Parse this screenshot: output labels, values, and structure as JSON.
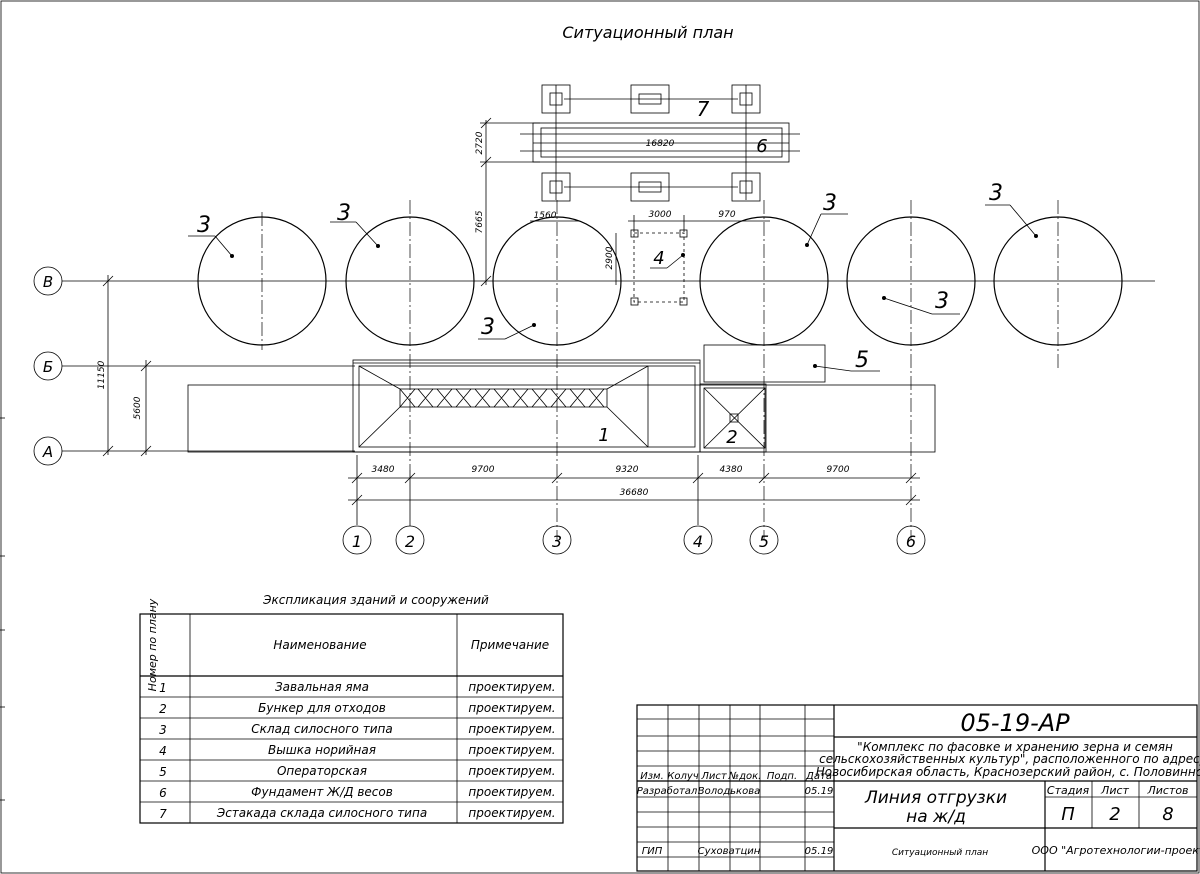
{
  "sheet_title": "Ситуационный план",
  "axes_rows": [
    {
      "label": "В"
    },
    {
      "label": "Б"
    },
    {
      "label": "А"
    }
  ],
  "axes_cols": [
    {
      "label": "1"
    },
    {
      "label": "2"
    },
    {
      "label": "3"
    },
    {
      "label": "4"
    },
    {
      "label": "5"
    },
    {
      "label": "6"
    }
  ],
  "dimensions": {
    "d1": "3480",
    "d2": "9700",
    "d3": "9320",
    "d4": "4380",
    "d5": "9700",
    "total": "36680",
    "rail_len": "16820",
    "rail_w": "2720",
    "rail_offset": "7665",
    "row_ab": "5600",
    "row_av": "11150",
    "tower_w": "3000",
    "tower_h": "2900",
    "tower_off": "970",
    "silo_off": "1560"
  },
  "plan_marks": {
    "m1": "1",
    "m2": "2",
    "m3": "3",
    "m4": "4",
    "m5": "5",
    "m6": "6",
    "m7": "7"
  },
  "explication": {
    "title": "Экспликация зданий и сооружений",
    "head_num": "Номер по плану",
    "head_name": "Наименование",
    "head_note": "Примечание",
    "rows": [
      {
        "num": "1",
        "name": "Завальная яма",
        "note": "проектируем."
      },
      {
        "num": "2",
        "name": "Бункер для отходов",
        "note": "проектируем."
      },
      {
        "num": "3",
        "name": "Склад силосного типа",
        "note": "проектируем."
      },
      {
        "num": "4",
        "name": "Вышка норийная",
        "note": "проектируем."
      },
      {
        "num": "5",
        "name": "Операторская",
        "note": "проектируем."
      },
      {
        "num": "6",
        "name": "Фундамент Ж/Д весов",
        "note": "проектируем."
      },
      {
        "num": "7",
        "name": "Эстакада склада силосного типа",
        "note": "проектируем."
      }
    ]
  },
  "stamp": {
    "code": "05-19-АР",
    "project_line1": "\"Комплекс по фасовке и хранению зерна и семян",
    "project_line2": "сельскохозяйственных культур\", расположенного по адресу:",
    "project_line3": "Новосибирская область, Краснозерский район, с. Половинное.",
    "h_izm": "Изм.",
    "h_kol": "Колуч",
    "h_list": "Лист",
    "h_ndok": "№док.",
    "h_podp": "Подп.",
    "h_data": "Дата",
    "r1_role": "Разработал",
    "r1_name": "Володькова",
    "r1_date": "05.19",
    "r2_role": "ГИП",
    "r2_name": "Суховатцин",
    "r2_date": "05.19",
    "object_line1": "Линия отгрузки",
    "object_line2": "на ж/д",
    "h_stage": "Стадия",
    "h_sheet": "Лист",
    "h_sheets": "Листов",
    "stage": "П",
    "sheet": "2",
    "sheets": "8",
    "drawing_name": "Ситуационный план",
    "org": "ООО \"Агротехнологии-проект\""
  }
}
